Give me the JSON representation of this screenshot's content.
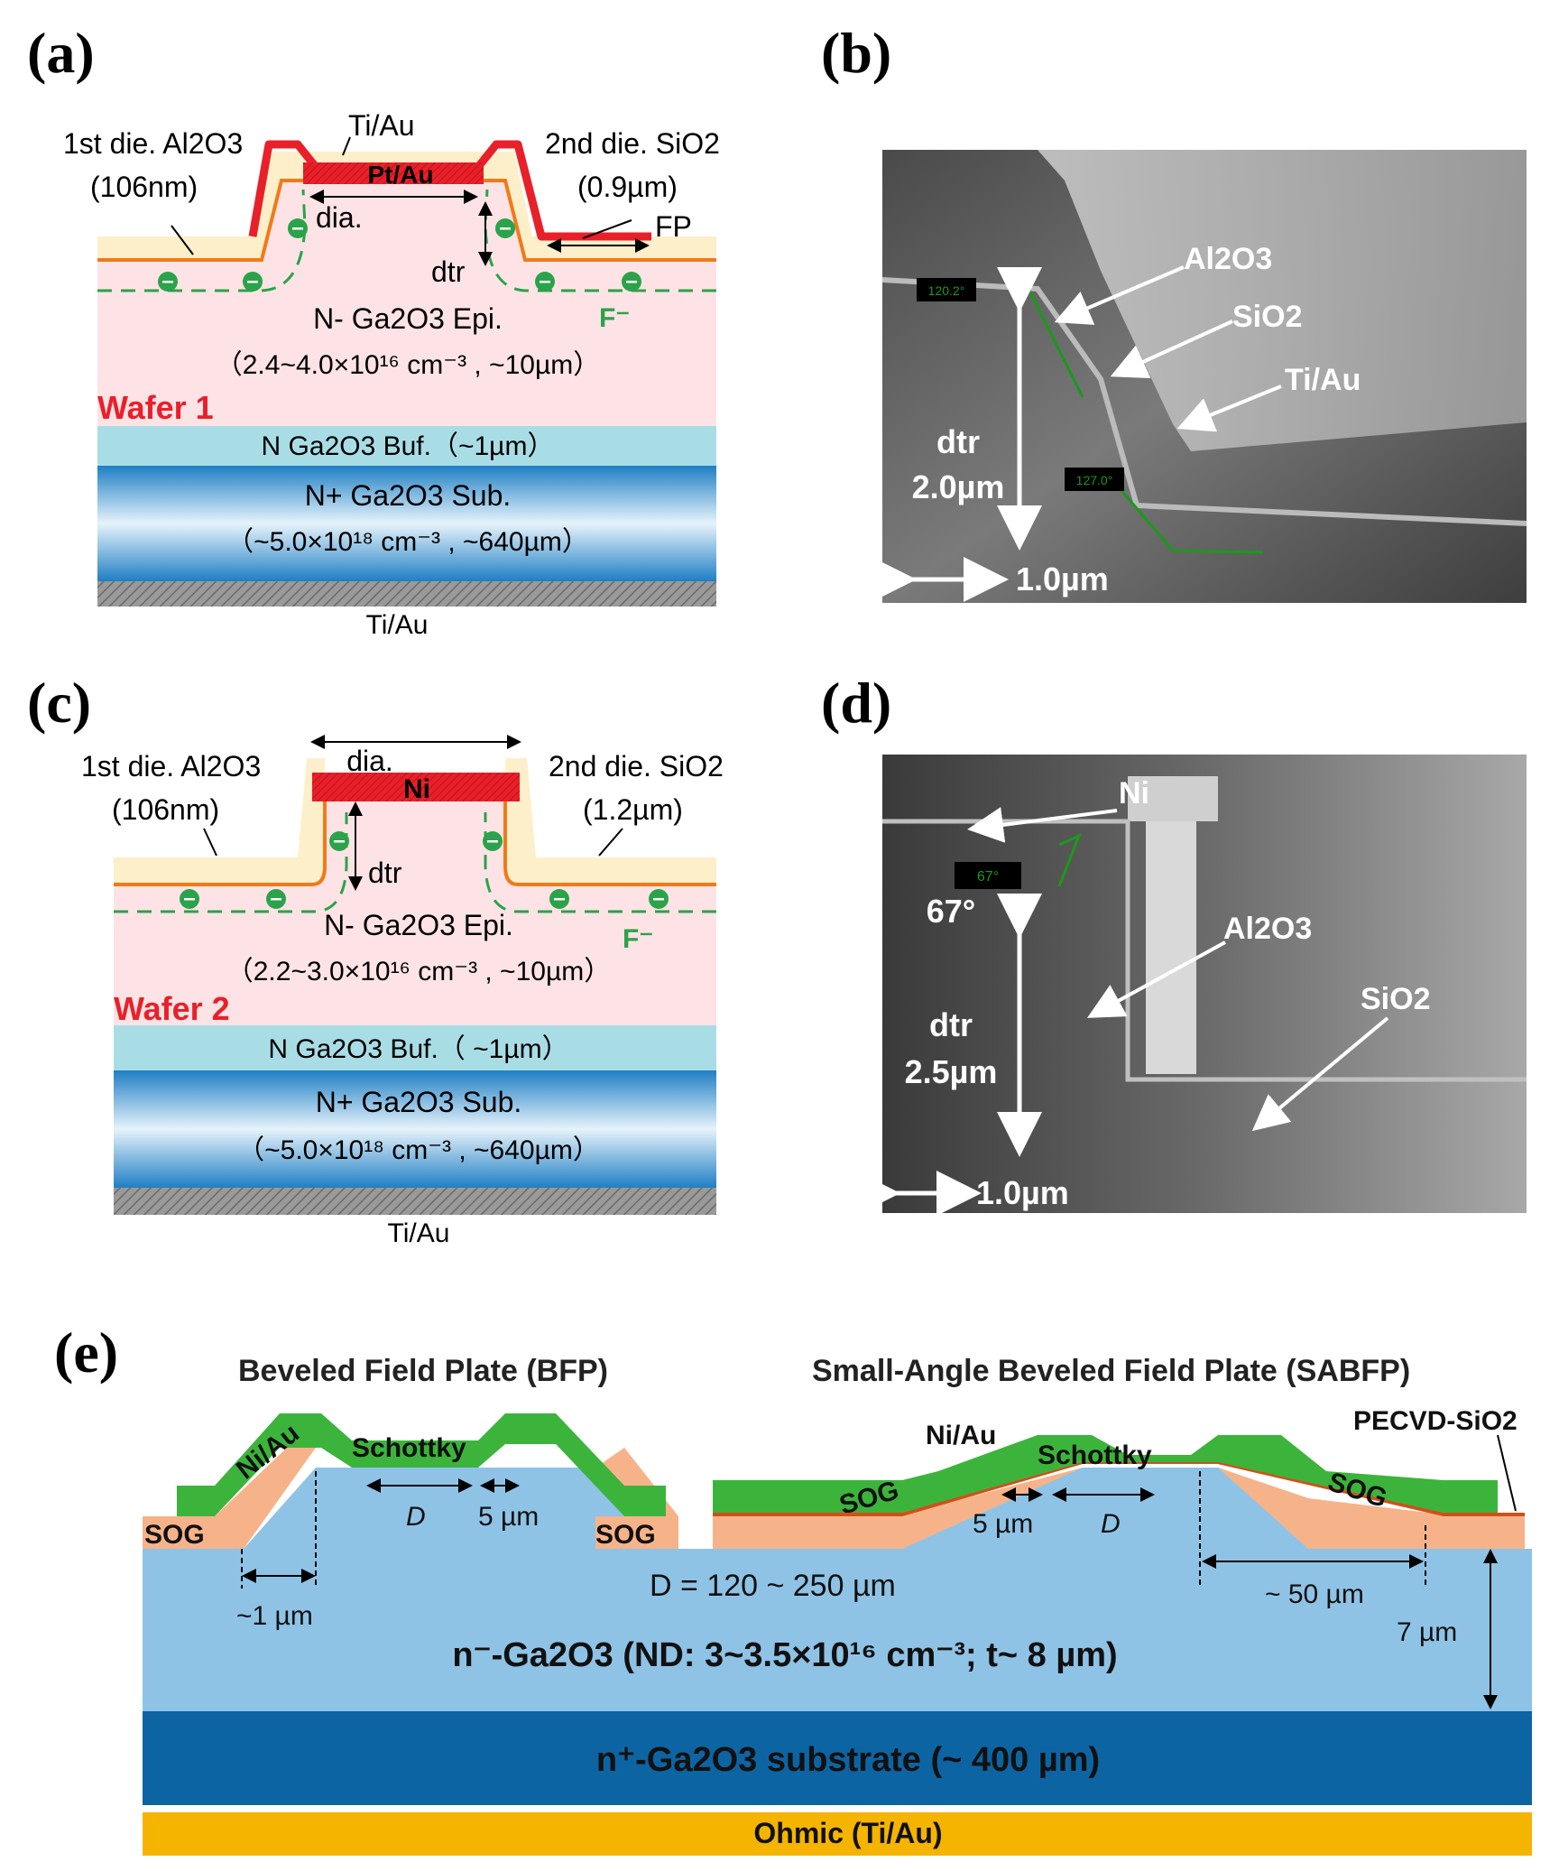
{
  "panels": {
    "a": {
      "letter": "(a)",
      "layer1_name": "1st die. Al2O3",
      "layer1_thickness": "(106nm)",
      "top_metal": "Ti/Au",
      "anode": "Pt/Au",
      "layer2_name": "2nd die. SiO2",
      "layer2_thickness": "(0.9µm)",
      "fp": "FP",
      "dia": "dia.",
      "dtr": "dtr",
      "fluorine": "F⁻",
      "epi": "N- Ga2O3 Epi.",
      "epi_spec": "（2.4~4.0×10¹⁶ cm⁻³ , ~10µm）",
      "wafer": "Wafer 1",
      "buffer": "N Ga2O3 Buf.（~1µm）",
      "substrate": "N+ Ga2O3 Sub.",
      "substrate_spec": "（~5.0×10¹⁸ cm⁻³ , ~640µm）",
      "back_contact": "Ti/Au"
    },
    "b": {
      "letter": "(b)",
      "labels": [
        "Al2O3",
        "SiO2",
        "Ti/Au"
      ],
      "angle1": "120.2°",
      "angle2": "127.0°",
      "dtr": "dtr",
      "dtr_value": "2.0µm",
      "scale": "1.0µm"
    },
    "c": {
      "letter": "(c)",
      "layer1_name": "1st die. Al2O3",
      "layer1_thickness": "(106nm)",
      "anode": "Ni",
      "dia": "dia.",
      "layer2_name": "2nd die. SiO2",
      "layer2_thickness": "(1.2µm)",
      "dtr": "dtr",
      "fluorine": "F⁻",
      "epi": "N- Ga2O3 Epi.",
      "epi_spec": "（2.2~3.0×10¹⁶ cm⁻³ , ~10µm）",
      "wafer": "Wafer 2",
      "buffer": "N Ga2O3 Buf.（ ~1µm）",
      "substrate": "N+ Ga2O3 Sub.",
      "substrate_spec": "（~5.0×10¹⁸ cm⁻³ , ~640µm）",
      "back_contact": "Ti/Au"
    },
    "d": {
      "letter": "(d)",
      "labels": [
        "Ni",
        "Al2O3",
        "SiO2"
      ],
      "angle_box": "67°",
      "angle": "67°",
      "dtr": "dtr",
      "dtr_value": "2.5µm",
      "scale": "1.0µm"
    },
    "e": {
      "letter": "(e)",
      "bfp_title": "Beveled Field Plate (BFP)",
      "sabfp_title": "Small-Angle Beveled Field Plate (SABFP)",
      "metal_bfp": "Ni/Au",
      "metal_sabfp": "Ni/Au",
      "schottky": "Schottky",
      "sog": "SOG",
      "pecvd": "PECVD-SiO2",
      "d": "D",
      "five_um": "5 µm",
      "one_um": "~1 µm",
      "d_range": "D = 120 ~ 250 µm",
      "fifty_um": "~ 50 µm",
      "seven_um": "7 µm",
      "drift": "n⁻-Ga2O3 (ND: 3~3.5×10¹⁶ cm⁻³; t~ 8 µm)",
      "substrate": "n⁺-Ga2O3 substrate (~ 400 µm)",
      "ohmic": "Ohmic (Ti/Au)"
    }
  },
  "colors": {
    "epi": "#fde3e5",
    "buffer": "#a9dde6",
    "substrate": "#1f86c8",
    "dielectric1": "#f07a1a",
    "dielectric2": "#fdefc9",
    "metal_red": "#e8202a",
    "green_dash": "#2aa34a",
    "e_drift": "#8fc3e6",
    "e_sub": "#0d64a3",
    "e_ohmic": "#f5b400",
    "e_metal": "#3cb43c",
    "e_sog": "#f6b38a"
  }
}
